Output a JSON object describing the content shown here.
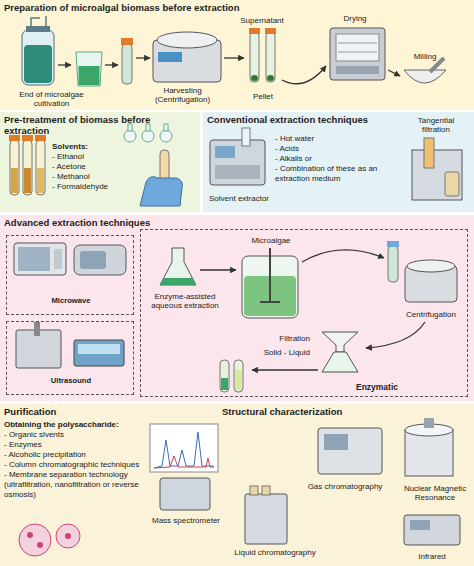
{
  "diagram": {
    "nodes": [
      {
        "text": [
          "Preparation of microalgal biomass before extraction"
        ]
      },
      {
        "text": [
          "Pre-treatment of biomass before extraction",
          "Solvents:",
          "- Ethanol",
          "- Acetone",
          "- Methanol",
          "- Formaldehyde"
        ]
      },
      {
        "text": [
          "Conventional extraction techniques",
          "- Hot water",
          "- Acids",
          "- Alkalis or",
          "- Combination of these as an extraction medium"
        ]
      },
      {
        "text": [
          "Advanced extraction techniques"
        ]
      },
      {
        "text": [
          "Microwave"
        ],
        "in": 3
      },
      {
        "text": [
          "Ultrasound"
        ],
        "in": 3
      },
      {
        "text": [
          "Enzymatic"
        ],
        "in": 3
      },
      {
        "text": [
          "Purification",
          "Obtaining the polysaccharide:",
          "- Organic slvents",
          "- Enzymes",
          "- Alcoholic precipitation",
          "- Column chromatographic techniques",
          "- Membrane separation technology (ultrafiltration, nanofiltration or reverse osmosis)",
          "Structural characterization"
        ]
      }
    ],
    "labels": [
      "End of microalgae cultivation",
      "Harvesting (Centrifugation)",
      "Supernatant",
      "Pellet",
      "Drying",
      "Milling",
      "Solvent extractor",
      "Tangential filtration",
      "Enzyme-assisted aqueous extraction",
      "Microalgae",
      "Centrifugation",
      "Filtration",
      "Solid - Liquid",
      "Mass spectrometer",
      "Gas chromatography",
      "Liquid chromatography",
      "Nuclear Magnetic Resonance",
      "Infrared"
    ]
  }
}
